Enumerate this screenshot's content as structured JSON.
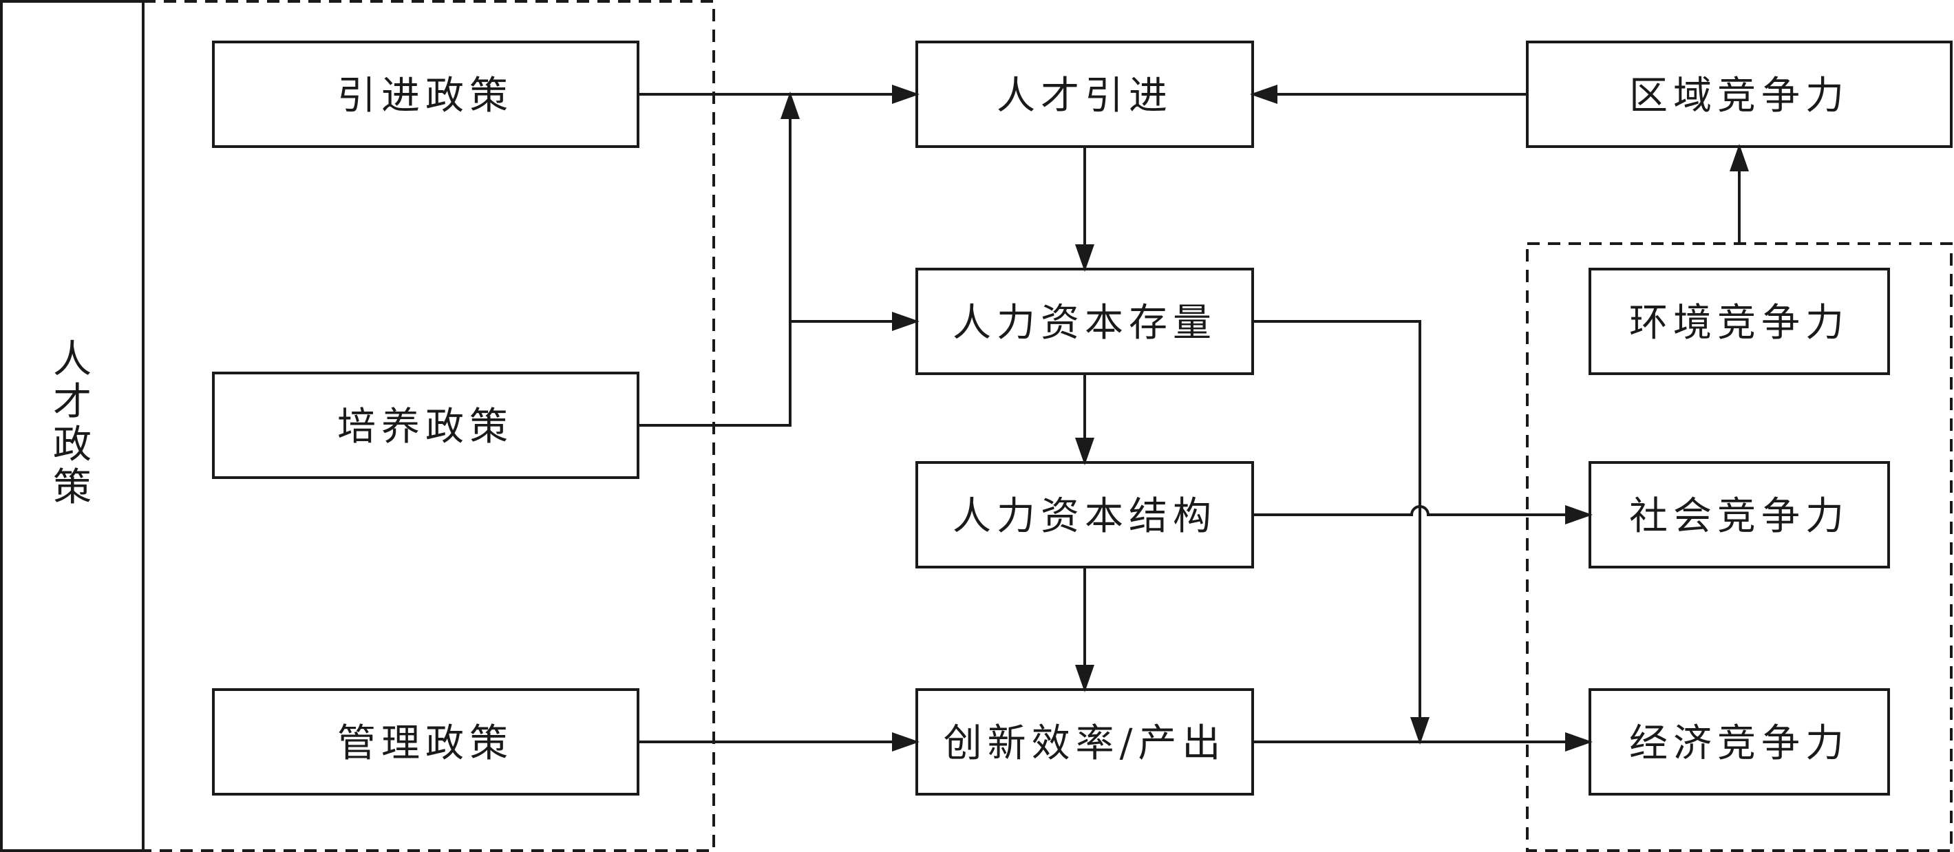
{
  "sidebar": {
    "label": "人才政策"
  },
  "policies": {
    "introduction": "引进政策",
    "training": "培养政策",
    "management": "管理政策"
  },
  "center": {
    "talent_intro": "人才引进",
    "capital_stock": "人力资本存量",
    "capital_structure": "人力资本结构",
    "innovation": "创新效率/产出"
  },
  "competitiveness": {
    "regional": "区域竞争力",
    "environment": "环境竞争力",
    "social": "社会竞争力",
    "economic": "经济竞争力"
  }
}
